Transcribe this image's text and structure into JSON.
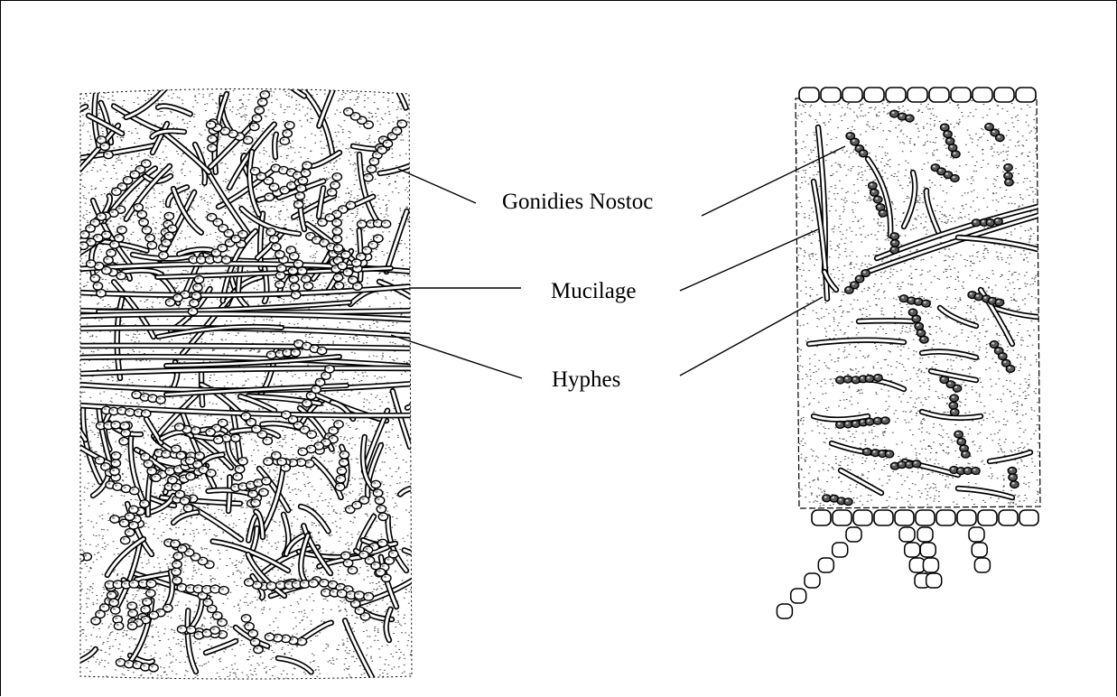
{
  "labels": {
    "gonidies": "Gonidies Nostoc",
    "mucilage": "Mucilage",
    "hyphes": "Hyphes"
  },
  "colors": {
    "ink": "#000000",
    "paper": "#ffffff"
  }
}
